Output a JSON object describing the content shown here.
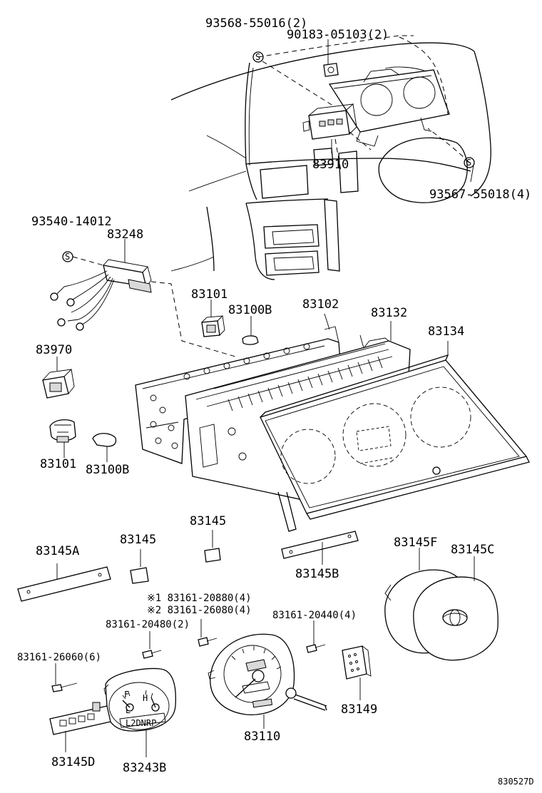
{
  "diagram": {
    "code": "830527D",
    "symbol_s": "S",
    "labels": {
      "p93568": "93568-55016(2)",
      "p90183": "90183-05103(2)",
      "p83910": "83910",
      "p93567": "93567-55018(4)",
      "p93540": "93540-14012",
      "p83248": "83248",
      "p83101a": "83101",
      "p83100Ba": "83100B",
      "p83102": "83102",
      "p83132": "83132",
      "p83134": "83134",
      "p83970": "83970",
      "p83101b": "83101",
      "p83100Bb": "83100B",
      "p83145a": "83145",
      "p83145b": "83145",
      "p83145A": "83145A",
      "p83145B": "83145B",
      "p83145F": "83145F",
      "p83145C": "83145C",
      "p83161_1": "※1 83161-20880(4)",
      "p83161_2": "※2 83161-26080(4)",
      "p83161_20480": "83161-20480(2)",
      "p83161_20440": "83161-20440(4)",
      "p83161_26060": "83161-26060(6)",
      "p83149": "83149",
      "p83110": "83110",
      "p83145D": "83145D",
      "p83243B": "83243B",
      "gauge_letters": "L2DNRP"
    }
  }
}
